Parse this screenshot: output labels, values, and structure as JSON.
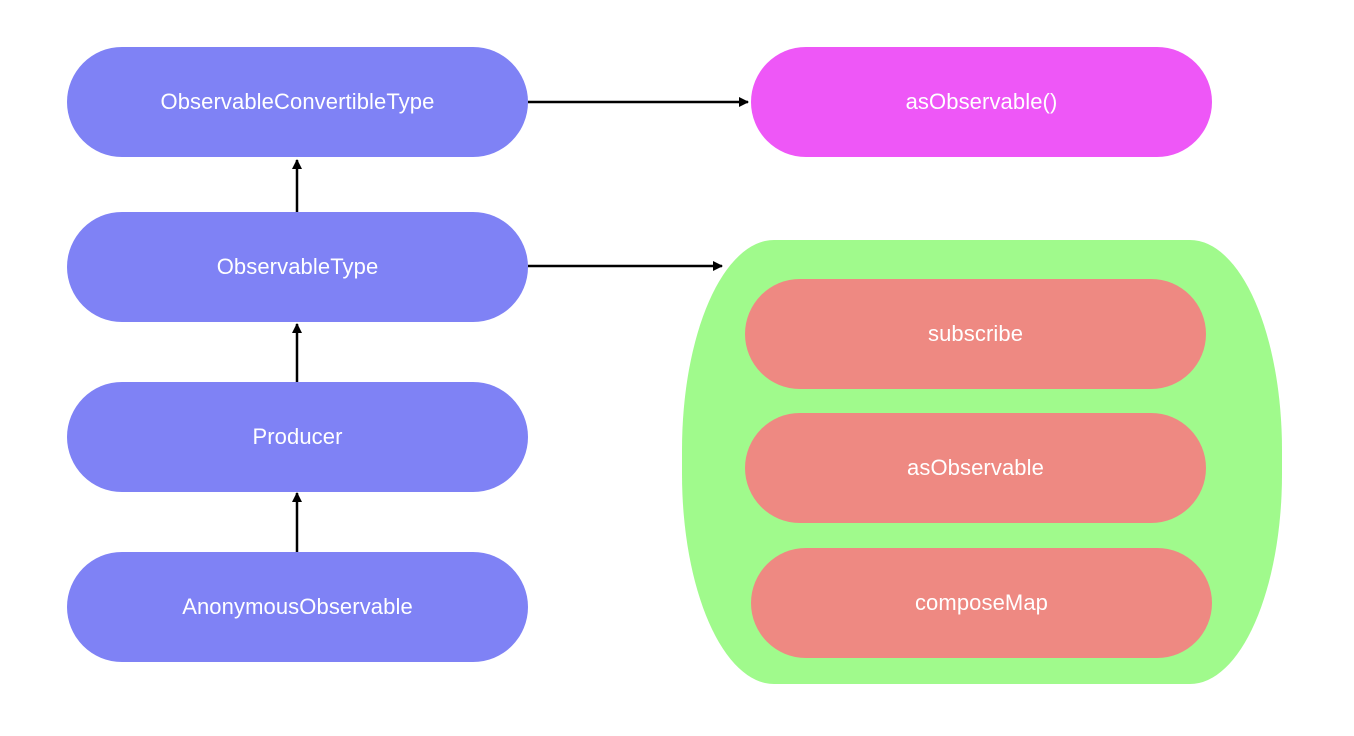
{
  "nodes": {
    "convertible": "ObservableConvertibleType",
    "observable_type": "ObservableType",
    "producer": "Producer",
    "anonymous": "AnonymousObservable",
    "as_observable_fn": "asObservable()"
  },
  "methods_group": {
    "items": [
      "subscribe",
      "asObservable",
      "composeMap"
    ]
  },
  "edges": [
    {
      "from": "convertible",
      "to": "as_observable_fn"
    },
    {
      "from": "observable_type",
      "to": "convertible"
    },
    {
      "from": "observable_type",
      "to": "methods_group"
    },
    {
      "from": "producer",
      "to": "observable_type"
    },
    {
      "from": "anonymous",
      "to": "producer"
    }
  ],
  "colors": {
    "class_node": "#7f82f5",
    "function_node": "#ee57f7",
    "group_background": "#a0fa8c",
    "method_node": "#ee8982",
    "edge": "#000000",
    "text": "#ffffff"
  }
}
